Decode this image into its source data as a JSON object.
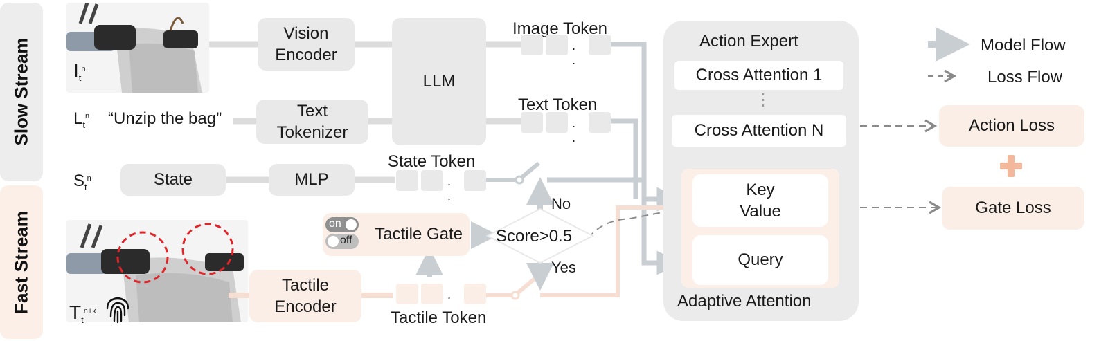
{
  "streams": {
    "slow": "Slow Stream",
    "fast": "Fast Stream"
  },
  "inputs": {
    "image": {
      "main": "I",
      "sub": "t",
      "sup": "n"
    },
    "language": {
      "main": "L",
      "sub": "t",
      "sup": "n",
      "instruction": "“Unzip the bag”"
    },
    "state": {
      "main": "S",
      "sub": "t",
      "sup": "n"
    },
    "tactile": {
      "main": "T",
      "sub": "t",
      "sup": "n+k"
    }
  },
  "modules": {
    "vision_encoder": "Vision\nEncoder",
    "text_tokenizer": "Text\nTokenizer",
    "llm": "LLM",
    "state": "State",
    "mlp": "MLP",
    "tactile_encoder": "Tactile\nEncoder",
    "tactile_gate": "Tactile Gate",
    "score_condition": "Score>0.5",
    "gate_on": "on",
    "gate_off": "off",
    "branch_no": "No",
    "branch_yes": "Yes"
  },
  "tokens": {
    "image": "Image Token",
    "text": "Text Token",
    "state": "State Token",
    "tactile": "Tactile Token",
    "ellipsis": ". ."
  },
  "action_expert": {
    "title": "Action Expert",
    "cross_attention_first": "Cross Attention 1",
    "vertical_dots": "⋮",
    "cross_attention_last": "Cross Attention N",
    "key_value": "Key\nValue",
    "query": "Query",
    "adaptive_attention": "Adaptive Attention"
  },
  "losses": {
    "action": "Action Loss",
    "gate": "Gate Loss",
    "plus": "+"
  },
  "legend": {
    "model_flow": "Model Flow",
    "loss_flow": "Loss Flow"
  },
  "colors": {
    "gray_box": "#e9e9e9",
    "peach_box": "#fbeee6",
    "model_flow": "#c9ced3",
    "tactile_flow": "#f6ded3",
    "loss_flow": "#8a8a8a",
    "detection_circle": "#e0262a",
    "plus_sign": "#f3b89c"
  }
}
